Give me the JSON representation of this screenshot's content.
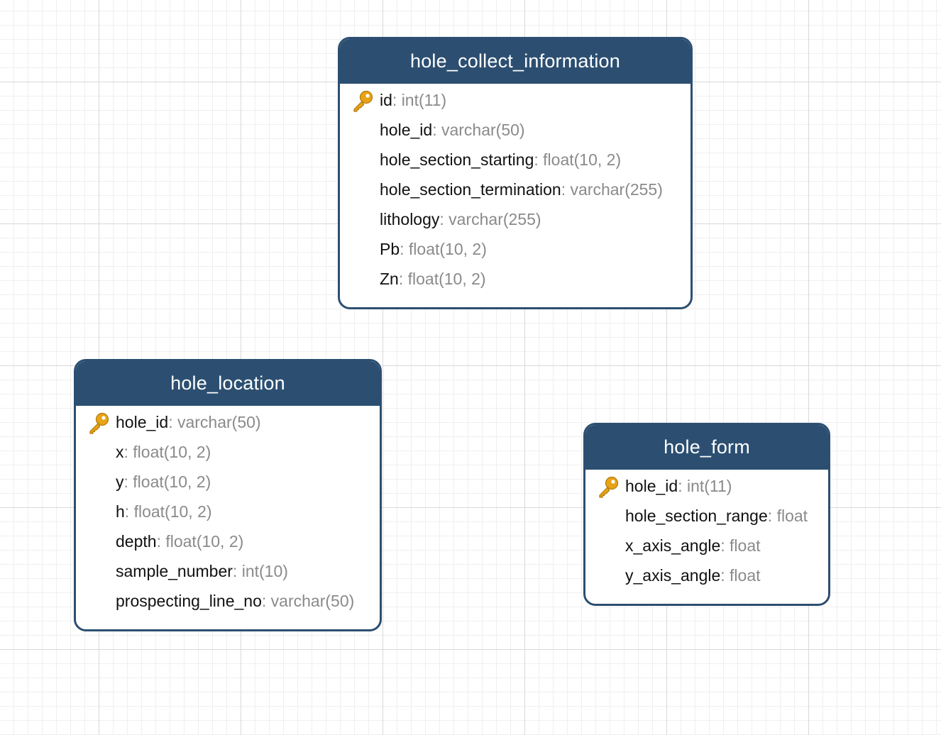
{
  "diagram": {
    "entities": [
      {
        "name": "hole_collect_information",
        "fields": [
          {
            "name": "id",
            "type": "int(11)",
            "primary_key": true
          },
          {
            "name": "hole_id",
            "type": "varchar(50)",
            "primary_key": false
          },
          {
            "name": "hole_section_starting",
            "type": "float(10, 2)",
            "primary_key": false
          },
          {
            "name": "hole_section_termination",
            "type": "varchar(255)",
            "primary_key": false
          },
          {
            "name": "lithology",
            "type": "varchar(255)",
            "primary_key": false
          },
          {
            "name": "Pb",
            "type": "float(10, 2)",
            "primary_key": false
          },
          {
            "name": "Zn",
            "type": "float(10, 2)",
            "primary_key": false
          }
        ]
      },
      {
        "name": "hole_location",
        "fields": [
          {
            "name": "hole_id",
            "type": "varchar(50)",
            "primary_key": true
          },
          {
            "name": "x",
            "type": "float(10, 2)",
            "primary_key": false
          },
          {
            "name": "y",
            "type": "float(10, 2)",
            "primary_key": false
          },
          {
            "name": "h",
            "type": "float(10, 2)",
            "primary_key": false
          },
          {
            "name": "depth",
            "type": "float(10, 2)",
            "primary_key": false
          },
          {
            "name": "sample_number",
            "type": "int(10)",
            "primary_key": false
          },
          {
            "name": "prospecting_line_no",
            "type": "varchar(50)",
            "primary_key": false
          }
        ]
      },
      {
        "name": "hole_form",
        "fields": [
          {
            "name": "hole_id",
            "type": "int(11)",
            "primary_key": true
          },
          {
            "name": "hole_section_range",
            "type": "float",
            "primary_key": false
          },
          {
            "name": "x_axis_angle",
            "type": "float",
            "primary_key": false
          },
          {
            "name": "y_axis_angle",
            "type": "float",
            "primary_key": false
          }
        ]
      }
    ],
    "separator": ": ",
    "colors": {
      "header_background": "#2c4f71",
      "header_text": "#ffffff",
      "field_name": "#111111",
      "field_type": "#8a8a8a",
      "key_icon": "#e8a317"
    },
    "icons": {
      "primary_key": "key-icon"
    }
  }
}
